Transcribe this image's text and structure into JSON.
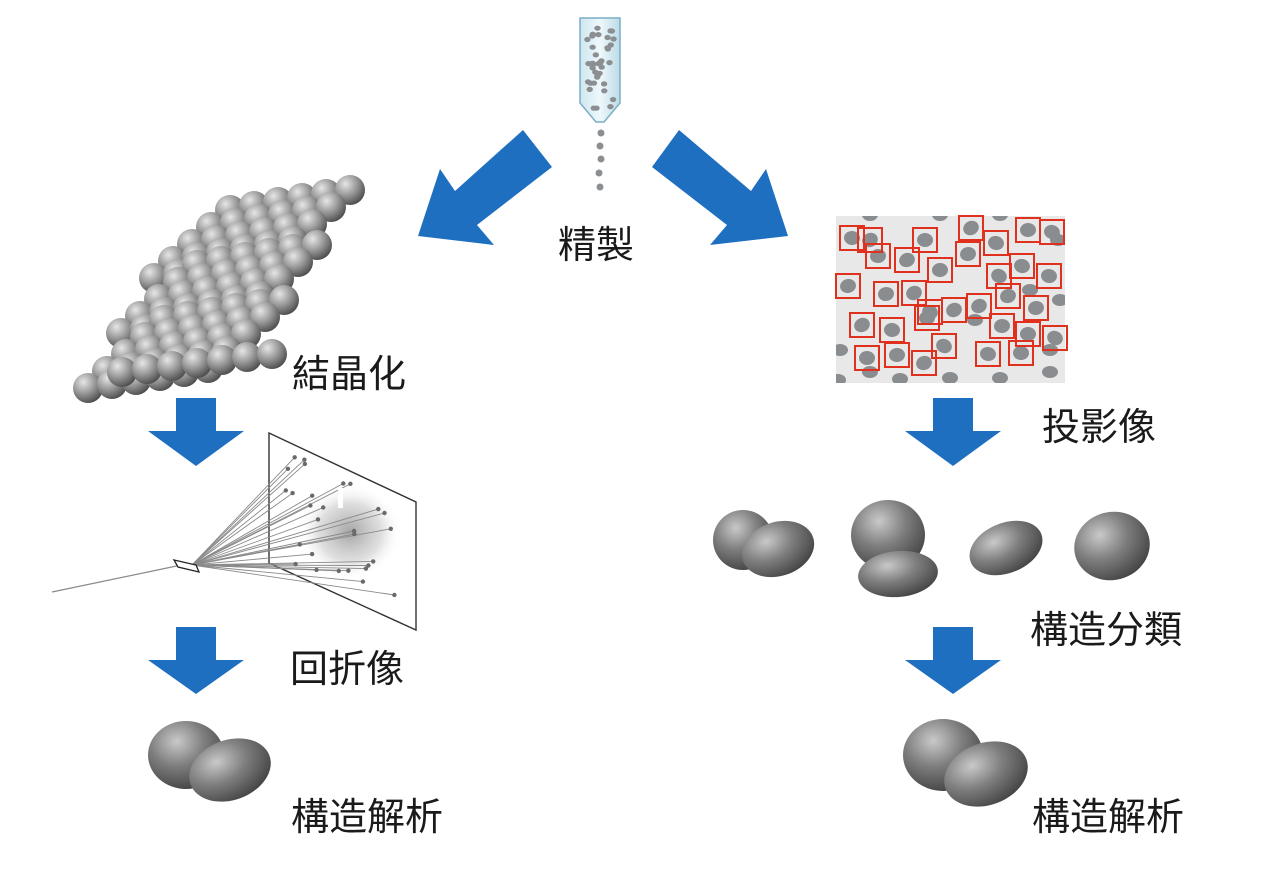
{
  "labels": {
    "purification": "精製",
    "crystallization": "結晶化",
    "diffraction_image": "回折像",
    "structure_analysis_left": "構造解析",
    "projection_image": "投影像",
    "structure_classification": "構造分類",
    "structure_analysis_right": "構造解析"
  },
  "colors": {
    "arrow": "#1f6fc1",
    "particle": "#8a8d90",
    "box": "#e0301e",
    "micrograph_bg": "#e8e8e8"
  }
}
